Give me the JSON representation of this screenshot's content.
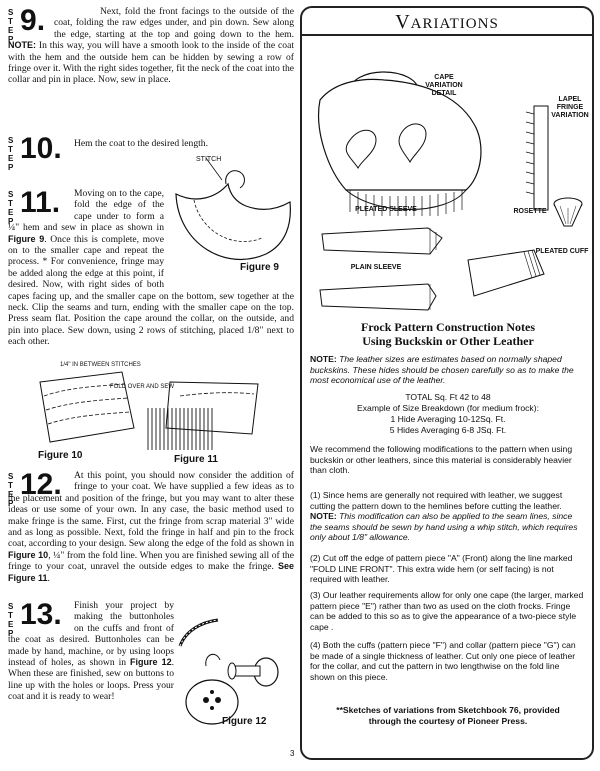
{
  "step_label": "STEP",
  "steps": {
    "s9": {
      "num": "9",
      "text_html": "Next, fold the front facings to the outside of the coat, folding the raw edges under, and pin down. Sew along the edge, starting at the top and going down to the hem. <b>NOTE:</b> In this way, you will have a smooth look to the inside of the coat with the hem and the outside hem can be hidden by sewing a row of fringe over it. With the right sides together, fit the neck of the coat into the collar and pin in place. Now, sew in place."
    },
    "s10": {
      "num": "10",
      "text": "Hem the coat to the desired length."
    },
    "s11": {
      "num": "11",
      "text_html": "Moving on to the cape, fold the edge of the cape under to form a ¼\" hem and sew in place as shown in <b>Figure 9</b>. Once this is complete, move on to the smaller cape and repeat the process. * For convenience, fringe may be added along the edge at this point, if desired. Now, with right sides of both capes facing up, and the smaller cape on the bottom, sew together at the neck. Clip the seams and turn, ending with the smaller cape on the top. Press seam flat. Position the cape around the collar, on the outside, and pin into place. Sew down, using 2 rows of stitching, placed 1/8\" next to each other."
    },
    "s12": {
      "num": "12",
      "text_html": "At this point, you should now consider the addition of fringe to your coat. We have supplied a few ideas as to the placement and position of the fringe, but you may want to alter these ideas or use some of your own. In any case, the basic method used to make fringe is the same. First, cut the fringe from scrap material 3\" wide and as long as possible. Next, fold the fringe in half and pin to the frock coat, according to your design. Sew along the edge of the fold as shown in <b>Figure 10</b>, ¼\" from the fold line. When you are finished sewing all of the fringe to your coat, unravel the outside edges to make the fringe. <b>See Figure 11</b>."
    },
    "s13": {
      "num": "13",
      "text_html": "Finish your project by making the buttonholes on the cuffs and front of the coat as desired. Buttonholes can be made by hand, machine, or by using loops instead of holes, as shown in <b>Figure 12</b>. When these are finished, sew on buttons to line up with the holes or loops. Press your coat and it is ready to wear!"
    }
  },
  "figures": {
    "fig9": "Figure 9",
    "fig9_stitch": "STITCH",
    "fig10": "Figure 10",
    "fig11": "Figure 11",
    "fig12": "Figure 12",
    "between_stitches": "1/4\" IN BETWEEN STITCHES",
    "fold_over": "FOLD OVER AND SEW"
  },
  "panel": {
    "title_cap": "V",
    "title_rest": "ARIATIONS",
    "labels": {
      "cape": "CAPE VARIATION DETAIL",
      "lapel": "LAPEL FRINGE VARIATION",
      "pleated_sleeve": "PLEATED SLEEVE",
      "rosette": "ROSETTE",
      "plain_sleeve": "PLAIN SLEEVE",
      "pleated_cuff": "PLEATED CUFF"
    },
    "notes_title_1": "Frock Pattern Construction Notes",
    "notes_title_2": "Using Buckskin or Other Leather",
    "note_intro_html": "<b>NOTE:</b> <i>The leather sizes are estimates based on normally shaped buckskins. These hides should be chosen carefully so as to make the most economical use of the leather.</i>",
    "total": "TOTAL Sq. Ft   42 to 48",
    "example": "Example of Size Breakdown (for medium frock):",
    "hides1": "1 Hide Averaging 10-12Sq. Ft.",
    "hides2": "5 Hides Averaging 6-8 JSq. Ft.",
    "recommend": "We recommend the following modifications to the pattern when using buckskin or other leathers, since this material is considerably heavier than cloth.",
    "p1_html": "(1) Since hems are generally not required with leather, we suggest cutting the pattern down to the hemlines before cutting the leather. <b>NOTE:</b> <i>This modification can also be applied to the seam lines, since the seams should be sewn by hand using a whip stitch, which requires only about 1/8\" allowance.</i>",
    "p2": "(2) Cut off the edge of pattern piece \"A\" (Front) along the line marked \"FOLD LINE FRONT\". This extra wide hem (or self facing) is not required with leather.",
    "p3": "(3) Our leather requirements allow for only one cape (the larger, marked pattern piece \"E\") rather than two as used on the cloth frocks. Fringe can be added to this so as to give the appearance of a two-piece style cape .",
    "p4": "(4) Both the cuffs (pattern piece \"F\") and collar (pattern piece \"G\") can be made of a single thickness of leather. Cut only one piece of leather for the collar, and cut the pattern in two lengthwise on the fold line shown on this piece.",
    "credit": "**Sketches of variations from Sketchbook 76, provided through the courtesy of Pioneer Press."
  },
  "page_number": "3"
}
